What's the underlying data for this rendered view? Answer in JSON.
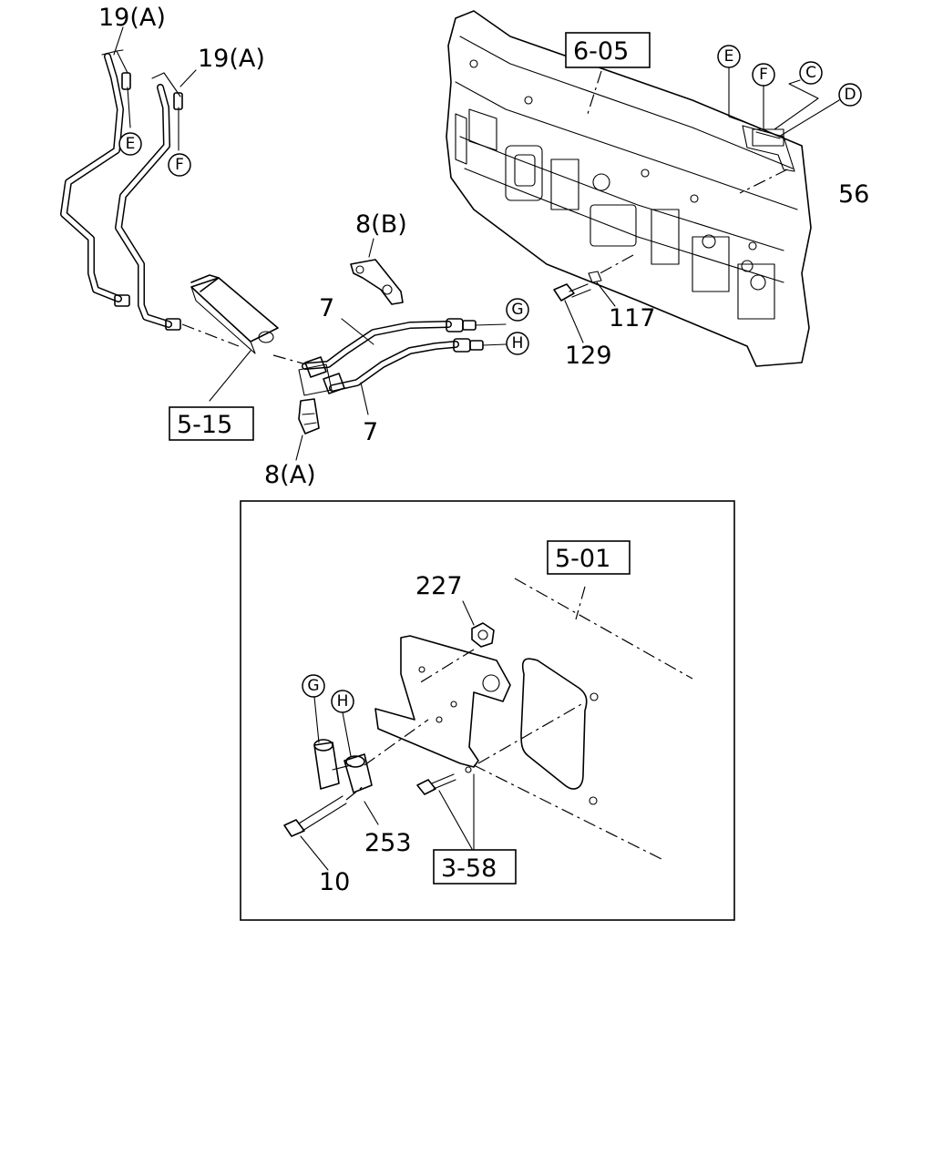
{
  "callouts": {
    "c19a_1": "19(A)",
    "c19a_2": "19(A)",
    "c7_upper": "7",
    "c7_lower": "7",
    "c8b": "8(B)",
    "c8a": "8(A)",
    "c117": "117",
    "c129": "129",
    "c56": "56",
    "c227": "227",
    "c253": "253",
    "c10": "10"
  },
  "references": {
    "r605": "6-05",
    "r515": "5-15",
    "r501": "5-01",
    "r358": "3-58"
  },
  "connectors": {
    "E_top": "E",
    "F_top": "F",
    "E_right": "E",
    "F_right": "F",
    "C": "C",
    "D": "D",
    "G_right": "G",
    "H_right": "H",
    "G_detail": "G",
    "H_detail": "H"
  }
}
